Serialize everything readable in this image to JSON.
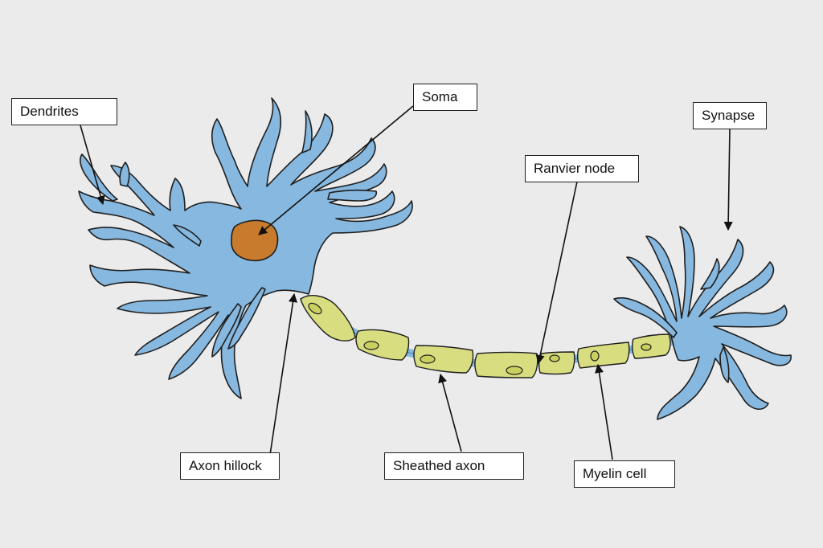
{
  "labels": {
    "dendrites": "Dendrites",
    "soma": "Soma",
    "synapse": "Synapse",
    "ranvier_node": "Ranvier node",
    "axon_hillock": "Axon hillock",
    "sheathed_axon": "Sheathed axon",
    "myelin_cell": "Myelin cell"
  },
  "colors": {
    "background": "#ebebeb",
    "neuron": "#86b8e0",
    "neuron_outline": "#1f1f1f",
    "nucleus": "#c87b2c",
    "myelin": "#d8de80",
    "myelin_inner": "#b8c24c"
  }
}
